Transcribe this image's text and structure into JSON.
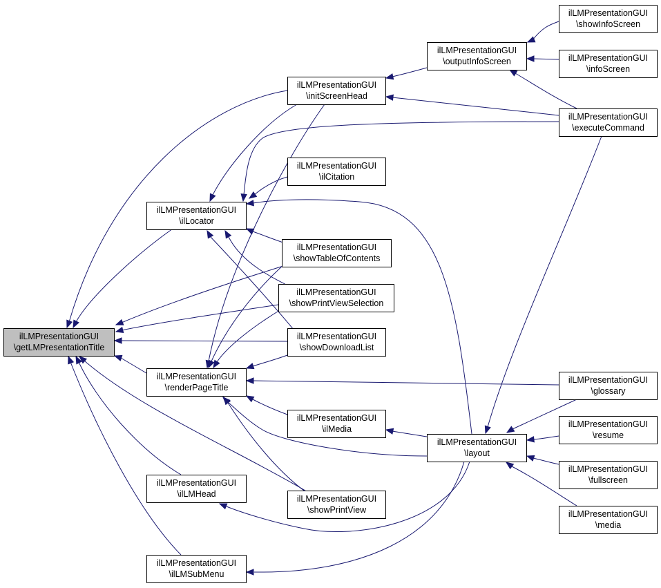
{
  "diagram": {
    "type": "call-graph",
    "colors": {
      "edge": "#191970",
      "node_border": "#000000",
      "node_fill": "#ffffff",
      "root_fill": "#bfbfbf"
    },
    "nodes": [
      {
        "id": "getLMPresentationTitle",
        "line1": "ilLMPresentationGUI",
        "line2": "\\getLMPresentationTitle",
        "root": true
      },
      {
        "id": "ilLocator",
        "line1": "ilLMPresentationGUI",
        "line2": "\\ilLocator"
      },
      {
        "id": "renderPageTitle",
        "line1": "ilLMPresentationGUI",
        "line2": "\\renderPageTitle"
      },
      {
        "id": "ilLMHead",
        "line1": "ilLMPresentationGUI",
        "line2": "\\ilLMHead"
      },
      {
        "id": "ilLMSubMenu",
        "line1": "ilLMPresentationGUI",
        "line2": "\\ilLMSubMenu"
      },
      {
        "id": "initScreenHead",
        "line1": "ilLMPresentationGUI",
        "line2": "\\initScreenHead"
      },
      {
        "id": "ilCitation",
        "line1": "ilLMPresentationGUI",
        "line2": "\\ilCitation"
      },
      {
        "id": "showTableOfContents",
        "line1": "ilLMPresentationGUI",
        "line2": "\\showTableOfContents"
      },
      {
        "id": "showPrintViewSelection",
        "line1": "ilLMPresentationGUI",
        "line2": "\\showPrintViewSelection"
      },
      {
        "id": "showDownloadList",
        "line1": "ilLMPresentationGUI",
        "line2": "\\showDownloadList"
      },
      {
        "id": "ilMedia",
        "line1": "ilLMPresentationGUI",
        "line2": "\\ilMedia"
      },
      {
        "id": "showPrintView",
        "line1": "ilLMPresentationGUI",
        "line2": "\\showPrintView"
      },
      {
        "id": "outputInfoScreen",
        "line1": "ilLMPresentationGUI",
        "line2": "\\outputInfoScreen"
      },
      {
        "id": "layout",
        "line1": "ilLMPresentationGUI",
        "line2": "\\layout"
      },
      {
        "id": "showInfoScreen",
        "line1": "ilLMPresentationGUI",
        "line2": "\\showInfoScreen"
      },
      {
        "id": "infoScreen",
        "line1": "ilLMPresentationGUI",
        "line2": "\\infoScreen"
      },
      {
        "id": "executeCommand",
        "line1": "ilLMPresentationGUI",
        "line2": "\\executeCommand"
      },
      {
        "id": "glossary",
        "line1": "ilLMPresentationGUI",
        "line2": "\\glossary"
      },
      {
        "id": "resume",
        "line1": "ilLMPresentationGUI",
        "line2": "\\resume"
      },
      {
        "id": "fullscreen",
        "line1": "ilLMPresentationGUI",
        "line2": "\\fullscreen"
      },
      {
        "id": "media",
        "line1": "ilLMPresentationGUI",
        "line2": "\\media"
      }
    ],
    "edges": [
      {
        "from": "ilLocator",
        "to": "getLMPresentationTitle"
      },
      {
        "from": "initScreenHead",
        "to": "getLMPresentationTitle"
      },
      {
        "from": "showTableOfContents",
        "to": "getLMPresentationTitle"
      },
      {
        "from": "showPrintViewSelection",
        "to": "getLMPresentationTitle"
      },
      {
        "from": "showDownloadList",
        "to": "getLMPresentationTitle"
      },
      {
        "from": "renderPageTitle",
        "to": "getLMPresentationTitle"
      },
      {
        "from": "ilLMHead",
        "to": "getLMPresentationTitle"
      },
      {
        "from": "ilLMSubMenu",
        "to": "getLMPresentationTitle"
      },
      {
        "from": "showPrintView",
        "to": "getLMPresentationTitle"
      },
      {
        "from": "initScreenHead",
        "to": "ilLocator"
      },
      {
        "from": "ilCitation",
        "to": "ilLocator"
      },
      {
        "from": "executeCommand",
        "to": "ilLocator"
      },
      {
        "from": "layout",
        "to": "ilLocator"
      },
      {
        "from": "showTableOfContents",
        "to": "ilLocator"
      },
      {
        "from": "showPrintViewSelection",
        "to": "ilLocator"
      },
      {
        "from": "showDownloadList",
        "to": "ilLocator"
      },
      {
        "from": "initScreenHead",
        "to": "renderPageTitle"
      },
      {
        "from": "showTableOfContents",
        "to": "renderPageTitle"
      },
      {
        "from": "showPrintViewSelection",
        "to": "renderPageTitle"
      },
      {
        "from": "showDownloadList",
        "to": "renderPageTitle"
      },
      {
        "from": "glossary",
        "to": "renderPageTitle"
      },
      {
        "from": "ilMedia",
        "to": "renderPageTitle"
      },
      {
        "from": "layout",
        "to": "renderPageTitle"
      },
      {
        "from": "showPrintView",
        "to": "renderPageTitle"
      },
      {
        "from": "layout",
        "to": "ilLMHead"
      },
      {
        "from": "layout",
        "to": "ilLMSubMenu"
      },
      {
        "from": "outputInfoScreen",
        "to": "initScreenHead"
      },
      {
        "from": "executeCommand",
        "to": "initScreenHead"
      },
      {
        "from": "layout",
        "to": "ilMedia"
      },
      {
        "from": "showInfoScreen",
        "to": "outputInfoScreen"
      },
      {
        "from": "infoScreen",
        "to": "outputInfoScreen"
      },
      {
        "from": "executeCommand",
        "to": "outputInfoScreen"
      },
      {
        "from": "executeCommand",
        "to": "layout"
      },
      {
        "from": "glossary",
        "to": "layout"
      },
      {
        "from": "resume",
        "to": "layout"
      },
      {
        "from": "fullscreen",
        "to": "layout"
      },
      {
        "from": "media",
        "to": "layout"
      }
    ]
  }
}
